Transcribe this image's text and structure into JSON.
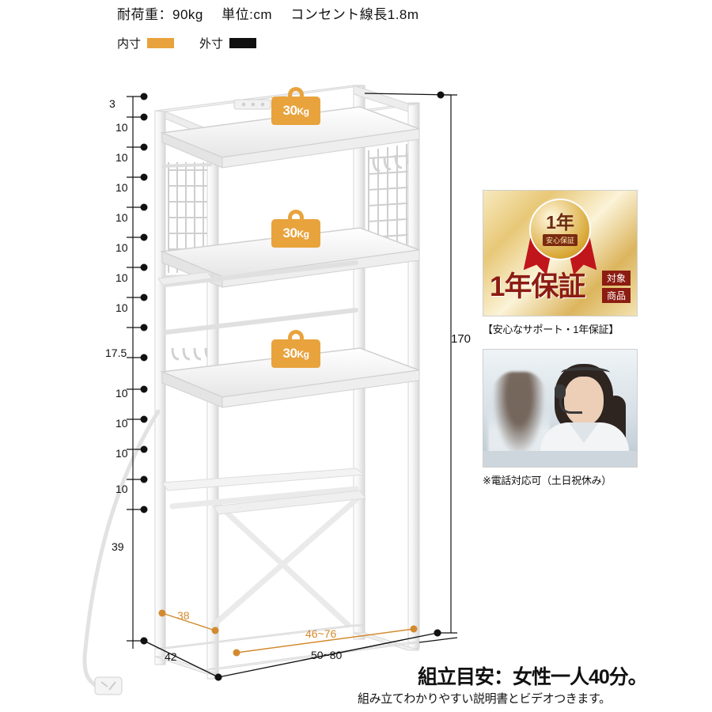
{
  "header": {
    "capacity": "耐荷重：90kg",
    "unit": "単位:cm",
    "cord": "コンセント線長1.8m"
  },
  "legend": {
    "inner_label": "内寸",
    "inner_color": "#e8a33d",
    "outer_label": "外寸",
    "outer_color": "#111111"
  },
  "badges": [
    {
      "value": "30",
      "unit": "Kg"
    },
    {
      "value": "30",
      "unit": "Kg"
    },
    {
      "value": "30",
      "unit": "Kg"
    }
  ],
  "left_dimensions": [
    "3",
    "10",
    "10",
    "10",
    "10",
    "10",
    "10",
    "10",
    "17.5",
    "10",
    "10",
    "10",
    "10",
    "39"
  ],
  "right_dimension": "170",
  "bottom_dimensions": {
    "depth_inner": "38",
    "depth_outer": "42",
    "width_inner": "46~76",
    "width_outer": "50~80"
  },
  "warranty": {
    "circle_year": "1年",
    "circle_sub": "安心保証",
    "big_text": "1年保証",
    "side_text_1": "対象",
    "side_text_2": "商品",
    "caption": "【安心なサポート・1年保証】"
  },
  "support": {
    "caption": "※電話対応可（土日祝休み）"
  },
  "footer": {
    "main": "組立目安：女性一人40分。",
    "sub": "組み立てわかりやすい説明書とビデオつきます。"
  }
}
